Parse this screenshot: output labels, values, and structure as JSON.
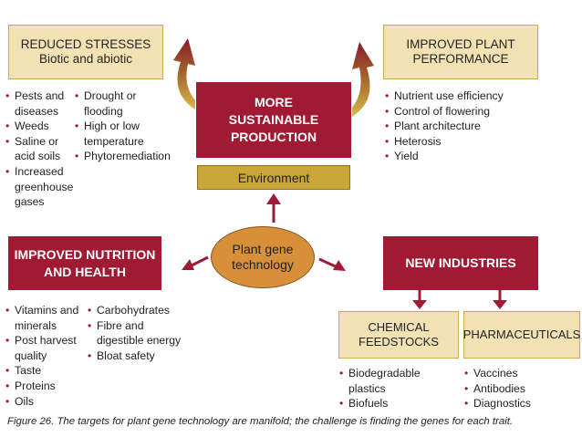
{
  "reduced_stresses": {
    "title": "REDUCED STRESSES",
    "subtitle": "Biotic and abiotic",
    "list_left": [
      "Pests and diseases",
      "Weeds",
      "Saline or acid soils",
      "Increased greenhouse gases"
    ],
    "list_right": [
      "Drought or flooding",
      "High or low temperature",
      "Phytoremediation"
    ]
  },
  "improved_performance": {
    "title_line1": "IMPROVED PLANT",
    "title_line2": "PERFORMANCE",
    "list": [
      "Nutrient use efficiency",
      "Control of flowering",
      "Plant architecture",
      "Heterosis",
      "Yield"
    ]
  },
  "sustainable": {
    "line1": "MORE",
    "line2": "SUSTAINABLE",
    "line3": "PRODUCTION"
  },
  "environment": "Environment",
  "center": {
    "line1": "Plant gene",
    "line2": "technology"
  },
  "nutrition": {
    "line1": "IMPROVED NUTRITION",
    "line2": "AND HEALTH",
    "list_left": [
      "Vitamins and minerals",
      "Post harvest quality",
      "Taste",
      "Proteins",
      "Oils"
    ],
    "list_right": [
      "Carbohydrates",
      "Fibre and digestible energy",
      "Bloat safety"
    ]
  },
  "new_industries": "NEW INDUSTRIES",
  "chemical": {
    "line1": "CHEMICAL",
    "line2": "FEEDSTOCKS",
    "list": [
      "Biodegradable plastics",
      "Biofuels"
    ]
  },
  "pharma": {
    "title": "PHARMACEUTICALS",
    "list": [
      "Vaccines",
      "Antibodies",
      "Diagnostics"
    ]
  },
  "caption": "Figure 26. The targets for plant gene technology are manifold; the challenge is finding the genes for each trait.",
  "colors": {
    "maroon": "#a01a33",
    "tan": "#f2e2b3",
    "gold": "#c9a53a",
    "orange": "#d88f3a"
  }
}
